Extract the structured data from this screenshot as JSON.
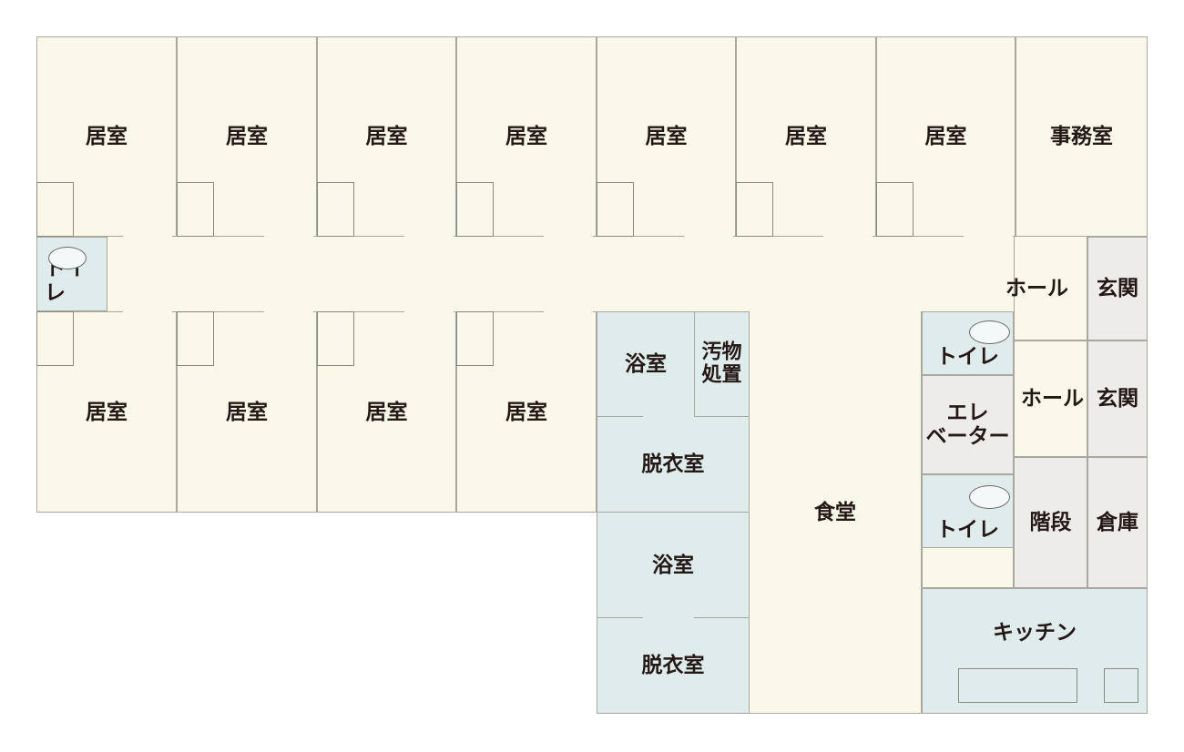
{
  "rooms": {
    "top_living": "居室",
    "bottom_living": "居室",
    "office": "事務室",
    "toilet": "トイレ",
    "hall": "ホール",
    "entrance": "玄関",
    "bath": "浴室",
    "soiled_storage": "汚物\n処置",
    "changing": "脱衣室",
    "dining": "食堂",
    "elevator": "エレ\nベーター",
    "stairs": "階段",
    "storage": "倉庫",
    "kitchen": "キッチン"
  },
  "colors": {
    "living": "#faf8e8",
    "wet": "#e0ecec",
    "service": "#eeecea",
    "wall": "#a8a8a0"
  }
}
